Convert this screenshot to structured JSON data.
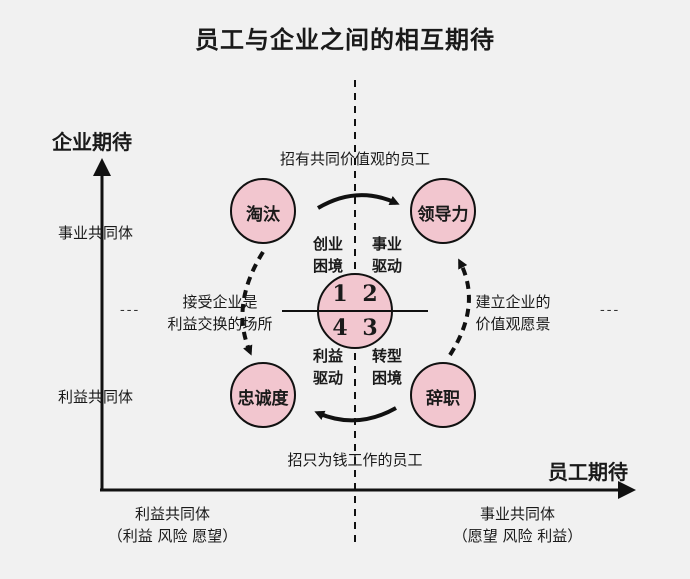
{
  "title": "员工与企业之间的相互期待",
  "axes": {
    "y_title": "企业期待",
    "x_title": "员工期待",
    "y_upper": "事业共同体",
    "y_lower": "利益共同体",
    "x_left_line1": "利益共同体",
    "x_left_line2": "（利益  风险  愿望）",
    "x_right_line1": "事业共同体",
    "x_right_line2": "（愿望  风险  利益）",
    "dash_marker": "---"
  },
  "nodes": {
    "top_left": "淘汰",
    "top_right": "领导力",
    "bottom_left": "忠诚度",
    "bottom_right": "辞职"
  },
  "captions": {
    "top": "招有共同价值观的员工",
    "bottom": "招只为钱工作的员工",
    "left_line1": "接受企业是",
    "left_line2": "利益交换的场所",
    "right_line1": "建立企业的",
    "right_line2": "价值观愿景"
  },
  "drives": {
    "top_left_line1": "创业",
    "top_left_line2": "困境",
    "top_right_line1": "事业",
    "top_right_line2": "驱动",
    "bottom_left_line1": "利益",
    "bottom_left_line2": "驱动",
    "bottom_right_line1": "转型",
    "bottom_right_line2": "困境"
  },
  "quadrants": {
    "q1": "1",
    "q2": "2",
    "q3": "3",
    "q4": "4"
  },
  "colors": {
    "node_fill": "#f2c6cf",
    "line": "#111111",
    "background": "#f1f1f1"
  }
}
